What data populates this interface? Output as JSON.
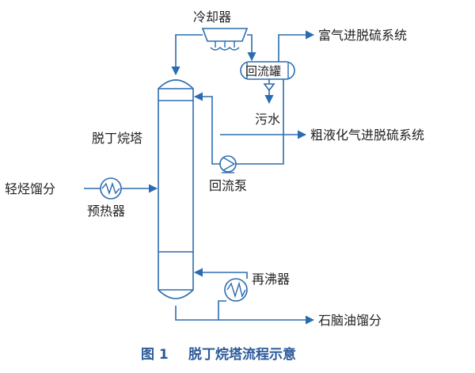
{
  "diagram": {
    "labels": {
      "cooler": "冷却器",
      "reflux_drum": "回流罐",
      "rich_gas": "富气进脱硫系统",
      "sewage": "污水",
      "column": "脱丁烷塔",
      "crude_lpg": "粗液化气进脱硫系统",
      "light_hc": "轻烃馏分",
      "preheater": "预热器",
      "reflux_pump": "回流泵",
      "reboiler": "再沸器",
      "naphtha": "石脑油馏分"
    },
    "caption": {
      "fig_no": "图 1",
      "title": "脱丁烷塔流程示意"
    }
  },
  "colors": {
    "line": "#2b6cb0",
    "text": "#1f1f1f",
    "caption": "#2b5a9b"
  }
}
